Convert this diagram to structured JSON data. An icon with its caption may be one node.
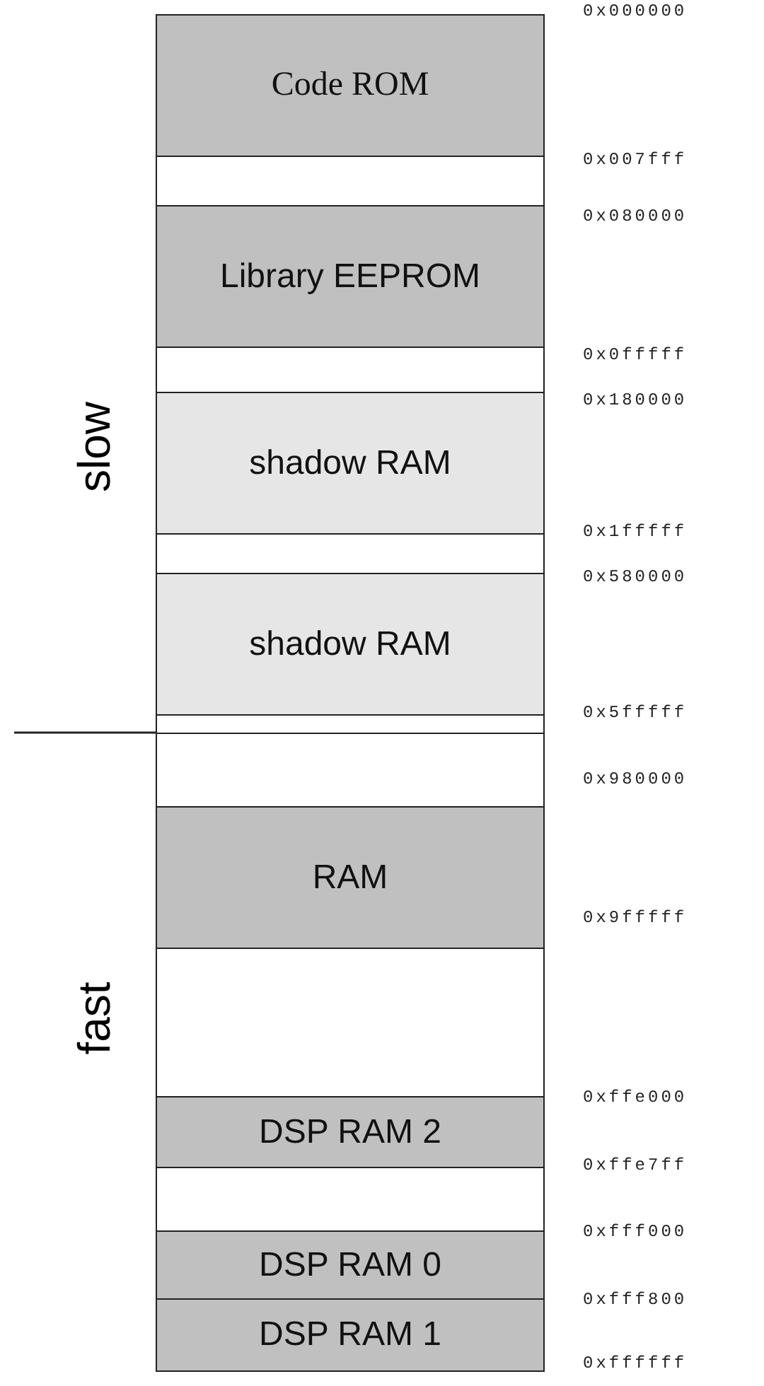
{
  "diagram": {
    "nodes": [
      {
        "text": [
          "Code ROM"
        ]
      },
      {
        "text": [],
        "shape": "box"
      },
      {
        "text": [
          "Library EEPROM"
        ]
      },
      {
        "text": [],
        "shape": "box"
      },
      {
        "text": [
          "shadow RAM"
        ]
      },
      {
        "text": [],
        "shape": "box"
      },
      {
        "text": [
          "shadow RAM"
        ]
      },
      {
        "text": [],
        "shape": "box"
      },
      {
        "text": [],
        "shape": "box"
      },
      {
        "text": [
          "RAM"
        ]
      },
      {
        "text": [],
        "shape": "box"
      },
      {
        "text": [
          "DSP RAM 2"
        ]
      },
      {
        "text": [],
        "shape": "box"
      },
      {
        "text": [
          "DSP RAM 0"
        ]
      },
      {
        "text": [
          "DSP RAM 1"
        ]
      }
    ],
    "labels": [
      "0x000000",
      "0x007fff",
      "0x080000",
      "0x0fffff",
      "slow",
      "0x180000",
      "0x1fffff",
      "0x580000",
      "0x5fffff",
      "0x980000",
      "fast",
      "0x9fffff",
      "0xffe000",
      "0xffe7ff",
      "0xfff000",
      "0xfff800",
      "0xffffff"
    ]
  }
}
